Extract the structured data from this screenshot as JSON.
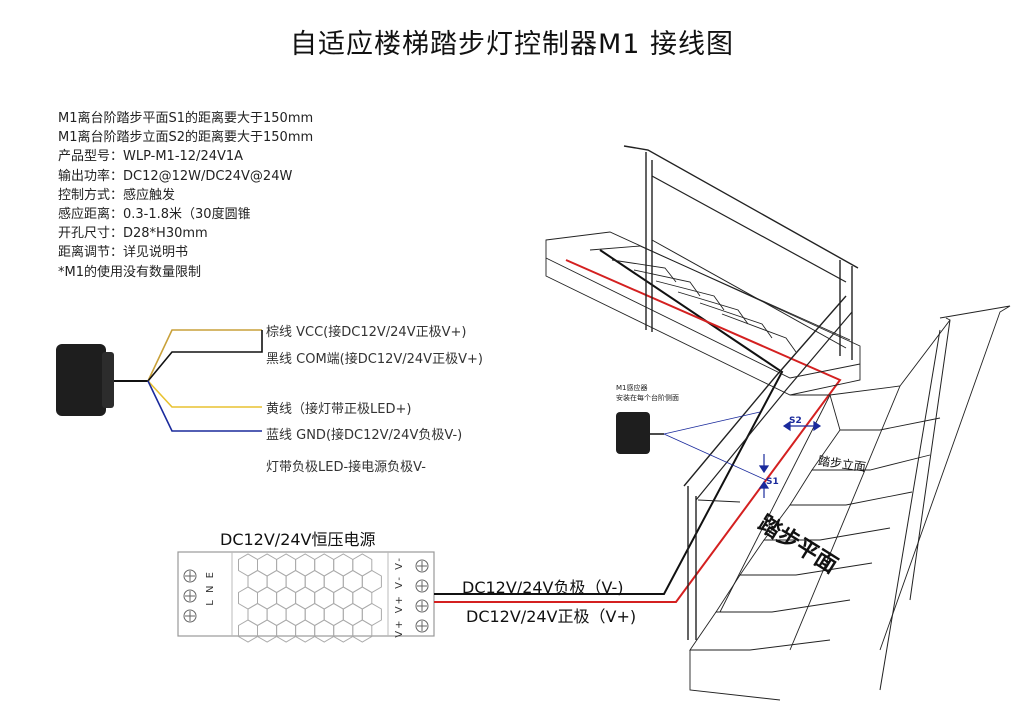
{
  "title": "自适应楼梯踏步灯控制器M1 接线图",
  "specs": [
    "M1离台阶踏步平面S1的距离要大于150mm",
    "M1离台阶踏步立面S2的距离要大于150mm",
    "产品型号：WLP-M1-12/24V1A",
    "输出功率：DC12@12W/DC24V@24W",
    "控制方式：感应触发",
    "感应距离：0.3-1.8米（30度圆锥",
    "开孔尺寸：D28*H30mm",
    "距离调节：详见说明书",
    "*M1的使用没有数量限制"
  ],
  "wires": {
    "brown": "棕线 VCC(接DC12V/24V正极V+)",
    "black": "黑线 COM端(接DC12V/24V正极V+)",
    "yellow": "黄线（接灯带正极LED+)",
    "blue": "蓝线 GND(接DC12V/24V负极V-)",
    "strip_note": "灯带负极LED-接电源负极V-"
  },
  "psu": {
    "title": "DC12V/24V恒压电源",
    "left_terminals": "L N E",
    "right_terminals": "V+ V+ V- V-"
  },
  "outputs": {
    "negative": "DC12V/24V负极（V-)",
    "positive": "DC12V/24V正极（V+)"
  },
  "sensor_note": {
    "line1": "M1感应器",
    "line2": "安装在每个台阶侧面"
  },
  "labels": {
    "s1": "S1",
    "s2": "S2",
    "riser": "踏步立面",
    "tread": "踏步平面"
  },
  "colors": {
    "brown_wire": "#c9a13a",
    "black_wire": "#111111",
    "yellow_wire": "#e8c230",
    "blue_wire": "#1a2a9c",
    "positive": "#d42020",
    "negative": "#111111",
    "accent_blue": "#1a2a9c"
  }
}
